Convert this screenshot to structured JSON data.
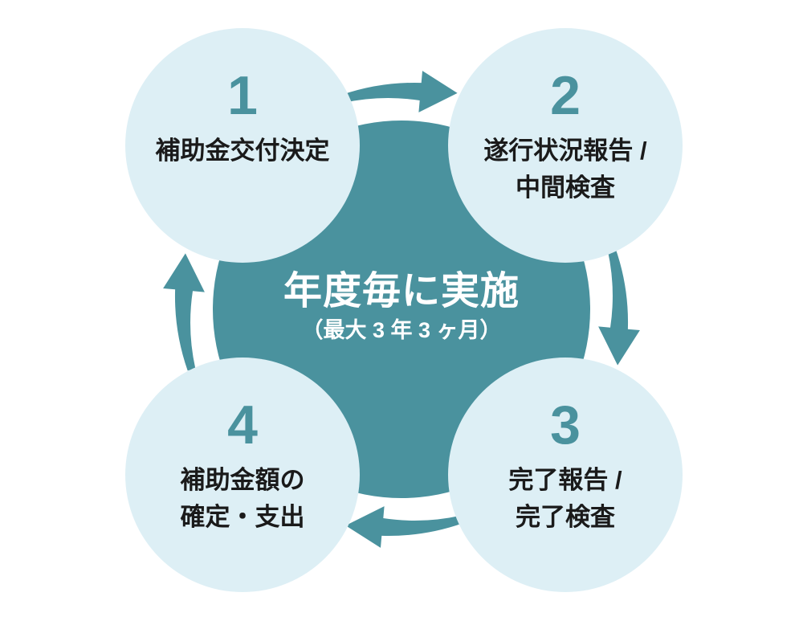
{
  "diagram": {
    "center": {
      "title": "年度毎に実施",
      "subtitle": "（最大 3 年 3 ヶ月）"
    },
    "steps": [
      {
        "number": "1",
        "lines": [
          "補助金交付決定"
        ]
      },
      {
        "number": "2",
        "lines": [
          "遂行状況報告 /",
          "中間検査"
        ]
      },
      {
        "number": "3",
        "lines": [
          "完了報告 /",
          "完了検査"
        ]
      },
      {
        "number": "4",
        "lines": [
          "補助金額の",
          "確定・支出"
        ]
      }
    ],
    "arrow_icons": [
      "cycle-arrow-1-to-2",
      "cycle-arrow-2-to-3",
      "cycle-arrow-3-to-4",
      "cycle-arrow-4-to-1"
    ],
    "colors": {
      "teal": "#4a929e",
      "light_circle": "#ddeff5",
      "label_text": "#1a1a1a",
      "center_text": "#ffffff",
      "background": "#ffffff"
    }
  }
}
